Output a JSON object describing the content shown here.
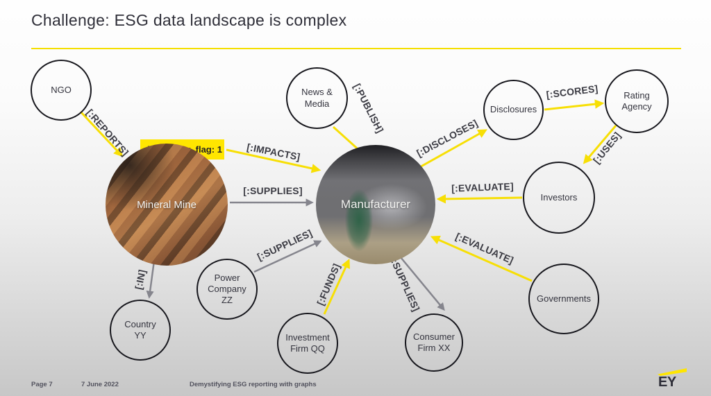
{
  "slide": {
    "title": "Challenge: ESG data landscape is complex",
    "footer": {
      "page": "Page 7",
      "date": "7 June 2022",
      "deck_title": "Demystifying ESG reporting with graphs"
    },
    "logo_text": "EY"
  },
  "colors": {
    "accent_yellow": "#FFE600",
    "edge_yellow": "#F7DF05",
    "edge_gray": "#85858D",
    "title_text": "#2E2E38",
    "node_border": "#17171D"
  },
  "graph": {
    "property_flag": "child_labor_flag: 1",
    "nodes": [
      {
        "id": "ngo",
        "label": "NGO",
        "type": "entity-circle"
      },
      {
        "id": "news-media",
        "label": "News & Media",
        "type": "entity-circle"
      },
      {
        "id": "disclosures",
        "label": "Disclosures",
        "type": "entity-circle"
      },
      {
        "id": "rating-agency",
        "label": "Rating Agency",
        "type": "entity-circle"
      },
      {
        "id": "investors",
        "label": "Investors",
        "type": "entity-circle"
      },
      {
        "id": "governments",
        "label": "Governments",
        "type": "entity-circle"
      },
      {
        "id": "mineral-mine",
        "label": "Mineral Mine",
        "type": "photo-circle"
      },
      {
        "id": "manufacturer",
        "label": "Manufacturer",
        "type": "photo-circle"
      },
      {
        "id": "power-company",
        "label": "Power Company ZZ",
        "type": "entity-circle"
      },
      {
        "id": "country-yy",
        "label": "Country YY",
        "type": "entity-circle"
      },
      {
        "id": "investment-firm",
        "label": "Investment Firm QQ",
        "type": "entity-circle"
      },
      {
        "id": "consumer-firm",
        "label": "Consumer Firm XX",
        "type": "entity-circle"
      }
    ],
    "edges": [
      {
        "label": "[:REPORTS]",
        "from": "ngo",
        "to": "mineral-mine",
        "color": "yellow"
      },
      {
        "label": "[:IMPACTS]",
        "from": "mineral-mine",
        "to": "manufacturer",
        "color": "yellow"
      },
      {
        "label": "[:SUPPLIES]",
        "from": "mineral-mine",
        "to": "manufacturer",
        "color": "gray"
      },
      {
        "label": "[:PUBLISH]",
        "from": "news-media",
        "to": "manufacturer",
        "color": "yellow"
      },
      {
        "label": "[:DISCLOSES]",
        "from": "manufacturer",
        "to": "disclosures",
        "color": "yellow"
      },
      {
        "label": "[:SCORES]",
        "from": "disclosures",
        "to": "rating-agency",
        "color": "yellow"
      },
      {
        "label": "[:USES]",
        "from": "rating-agency",
        "to": "investors",
        "color": "yellow"
      },
      {
        "label": "[:EVALUATE]",
        "from": "investors",
        "to": "manufacturer",
        "color": "yellow"
      },
      {
        "label": "[:EVALUATE]",
        "from": "governments",
        "to": "manufacturer",
        "color": "yellow"
      },
      {
        "label": "[:SUPPLIES]",
        "from": "power-company",
        "to": "manufacturer",
        "color": "gray"
      },
      {
        "label": "[:FUNDS]",
        "from": "investment-firm",
        "to": "manufacturer",
        "color": "yellow"
      },
      {
        "label": "[:SUPPLIES]",
        "from": "manufacturer",
        "to": "consumer-firm",
        "color": "gray"
      },
      {
        "label": "[:IN]",
        "from": "mineral-mine",
        "to": "country-yy",
        "color": "gray"
      }
    ]
  }
}
